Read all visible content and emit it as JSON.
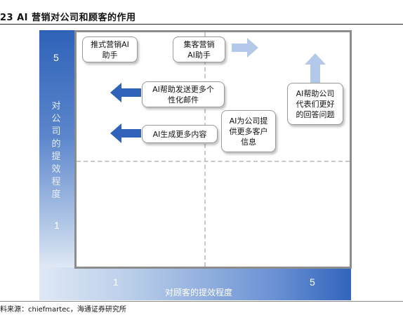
{
  "title": "23  AI 营销对公司和顾客的作用",
  "axes": {
    "y_label": "对公司的提效程度",
    "y_high": "5",
    "y_low": "1",
    "x_label": "对顾客的提效程度",
    "x_low": "1",
    "x_high": "5"
  },
  "boxes": [
    {
      "lines": [
        "推式营销AI",
        "助手"
      ]
    },
    {
      "lines": [
        "集客营销",
        "AI助手"
      ]
    },
    {
      "lines": [
        "AI帮助发送更多个",
        "性化邮件"
      ]
    },
    {
      "lines": [
        "AI生成更多内容"
      ]
    },
    {
      "lines": [
        "AI为公司提",
        "供更多客户",
        "信息"
      ]
    },
    {
      "lines": [
        "AI帮助公司",
        "代表们更好",
        "的回答问题"
      ]
    }
  ],
  "arrows": [
    {
      "direction": "right",
      "color": "#b4c9ea"
    },
    {
      "direction": "left",
      "color": "#2f62b8"
    },
    {
      "direction": "left",
      "color": "#2f62b8"
    },
    {
      "direction": "up",
      "color": "#b4c9ea"
    }
  ],
  "source": "料来源：chiefmartec，海通证券研究所"
}
